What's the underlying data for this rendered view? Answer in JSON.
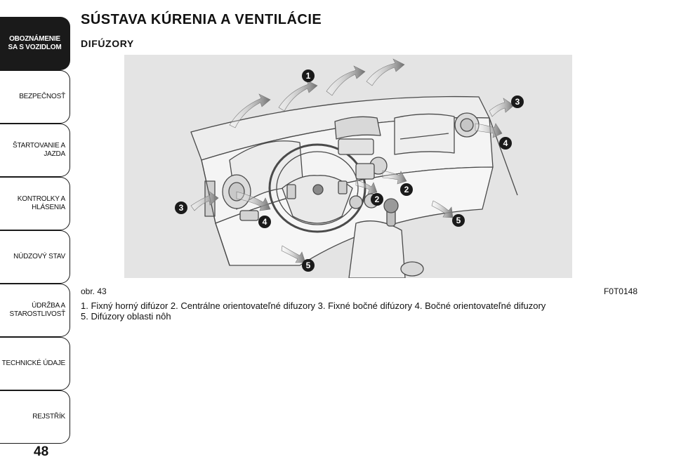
{
  "sidebar": {
    "tabs": [
      {
        "label": "OBOZNÁMENIE\nSA S VOZIDLOM",
        "active": true
      },
      {
        "label": "BEZPEČNOSŤ",
        "active": false
      },
      {
        "label": "ŠTARTOVANIE A\nJAZDA",
        "active": false
      },
      {
        "label": "KONTROLKY A\nHLÁSENIA",
        "active": false
      },
      {
        "label": "NÚDZOVÝ STAV",
        "active": false
      },
      {
        "label": "ÚDRŽBA A\nSTAROSTLIVOSŤ",
        "active": false
      },
      {
        "label": "TECHNICKÉ ÚDAJE",
        "active": false
      },
      {
        "label": "REJSTŘÍK",
        "active": false
      }
    ],
    "page_number": "48"
  },
  "main": {
    "title": "SÚSTAVA KÚRENIA A VENTILÁCIE",
    "subtitle": "DIFÚZORY",
    "figure": {
      "label": "obr. 43",
      "code": "F0T0148",
      "callouts": [
        "1",
        "2",
        "2",
        "3",
        "3",
        "4",
        "4",
        "5",
        "5"
      ]
    },
    "caption": {
      "line1": "1. Fixný horný difúzor 2. Centrálne orientovateľné difuzory 3. Fixné bočné difúzory 4. Bočné orientovateľné difuzory",
      "line2": "5. Difúzory oblasti nôh"
    }
  },
  "colors": {
    "tab_active_bg": "#1a1a1a",
    "figure_bg": "#e4e4e4",
    "callout_fill": "#1a1a1a"
  }
}
